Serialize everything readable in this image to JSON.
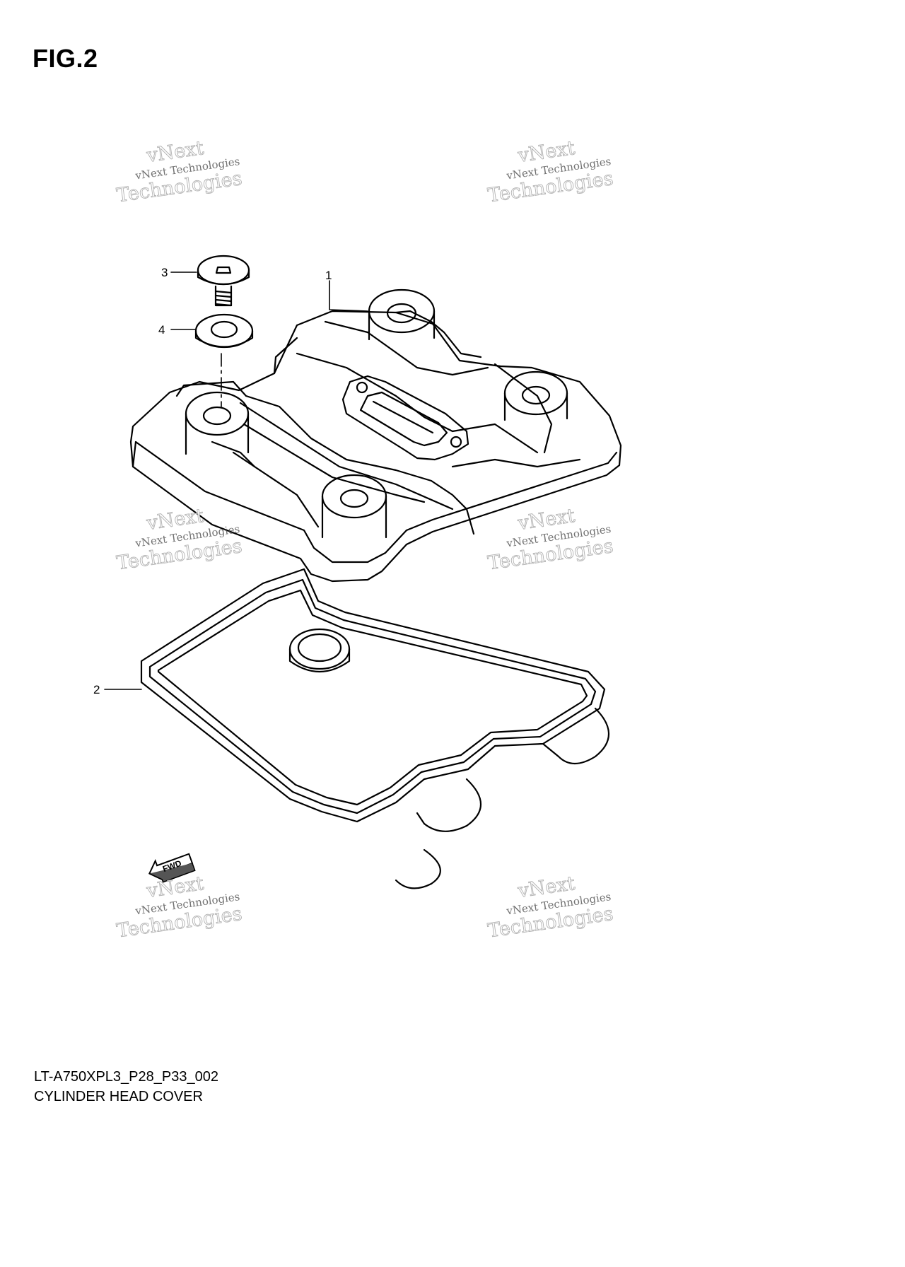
{
  "figure": {
    "title": "FIG.2"
  },
  "callouts": [
    {
      "id": "cover",
      "label": "1"
    },
    {
      "id": "gasket",
      "label": "2"
    },
    {
      "id": "bolt",
      "label": "3"
    },
    {
      "id": "washer",
      "label": "4"
    }
  ],
  "direction_marker": {
    "text": "FWD",
    "icon": "arrow-left-icon"
  },
  "watermark": {
    "line1": "vNext",
    "line2": "vNext Technologies",
    "line3": "Technologies"
  },
  "footer": {
    "diagram_code": "LT-A750XPL3_P28_P33_002",
    "diagram_name": "CYLINDER HEAD COVER"
  },
  "colors": {
    "line": "#000000",
    "background": "#ffffff",
    "watermark": "#aaaaaa"
  }
}
